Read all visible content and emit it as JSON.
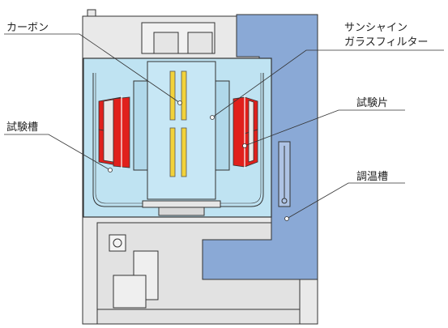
{
  "labels": {
    "carbon": "カーボン",
    "sunshine_line1": "サンシャイン",
    "sunshine_line2": "ガラスフィルター",
    "test_piece": "試験片",
    "test_chamber": "試験槽",
    "temp_chamber": "調温槽"
  },
  "colors": {
    "frame": "#e8e8e8",
    "frame_stroke": "#333333",
    "chamber_blue": "#bfe3f2",
    "duct_blue": "#8aa9d6",
    "specimen_red": "#e0201c",
    "carbon_yellow": "#f2d23a",
    "dark_gray": "#7a7a7a"
  }
}
